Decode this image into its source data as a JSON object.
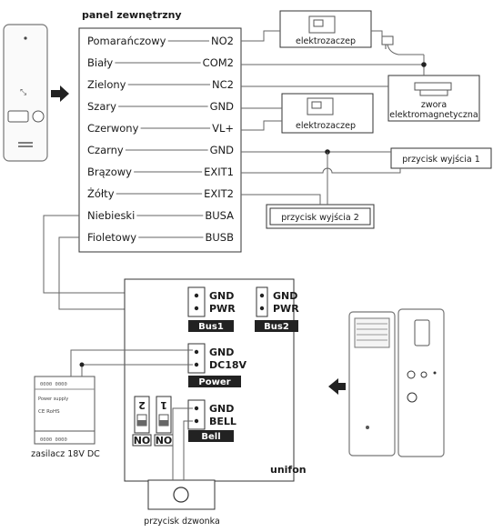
{
  "panel": {
    "title": "panel zewnętrzny",
    "rows": [
      {
        "color": "Pomarańczowy",
        "terminal": "NO2"
      },
      {
        "color": "Biały",
        "terminal": "COM2"
      },
      {
        "color": "Zielony",
        "terminal": "NC2"
      },
      {
        "color": "Szary",
        "terminal": "GND"
      },
      {
        "color": "Czerwony",
        "terminal": "VL+"
      },
      {
        "color": "Czarny",
        "terminal": "GND"
      },
      {
        "color": "Brązowy",
        "terminal": "EXIT1"
      },
      {
        "color": "Żółty",
        "terminal": "EXIT2"
      },
      {
        "color": "Niebieski",
        "terminal": "BUSA"
      },
      {
        "color": "Fioletowy",
        "terminal": "BUSB"
      }
    ]
  },
  "devices": {
    "strike1": "elektrozaczep",
    "strike2": "elektrozaczep",
    "maglock_line1": "zwora",
    "maglock_line2": "elektromagnetyczna",
    "exit1": "przycisk wyjścia 1",
    "exit2": "przycisk wyjścia 2",
    "psu": "zasilacz 18V DC",
    "bell_button": "przycisk dzwonka"
  },
  "unit": {
    "brand": "unifon",
    "bus1": {
      "gnd": "GND",
      "pwr": "PWR",
      "tag": "Bus1"
    },
    "bus2": {
      "gnd": "GND",
      "pwr": "PWR",
      "tag": "Bus2"
    },
    "power": {
      "gnd": "GND",
      "dc": "DC18V",
      "tag": "Power"
    },
    "bell": {
      "gnd": "GND",
      "bell": "BELL",
      "tag": "Bell"
    },
    "dip1": {
      "num": "2",
      "label": "NO"
    },
    "dip2": {
      "num": "1",
      "label": "NO"
    }
  },
  "psu_label": {
    "line1": "Power supply",
    "line2": "CE RoHS"
  }
}
